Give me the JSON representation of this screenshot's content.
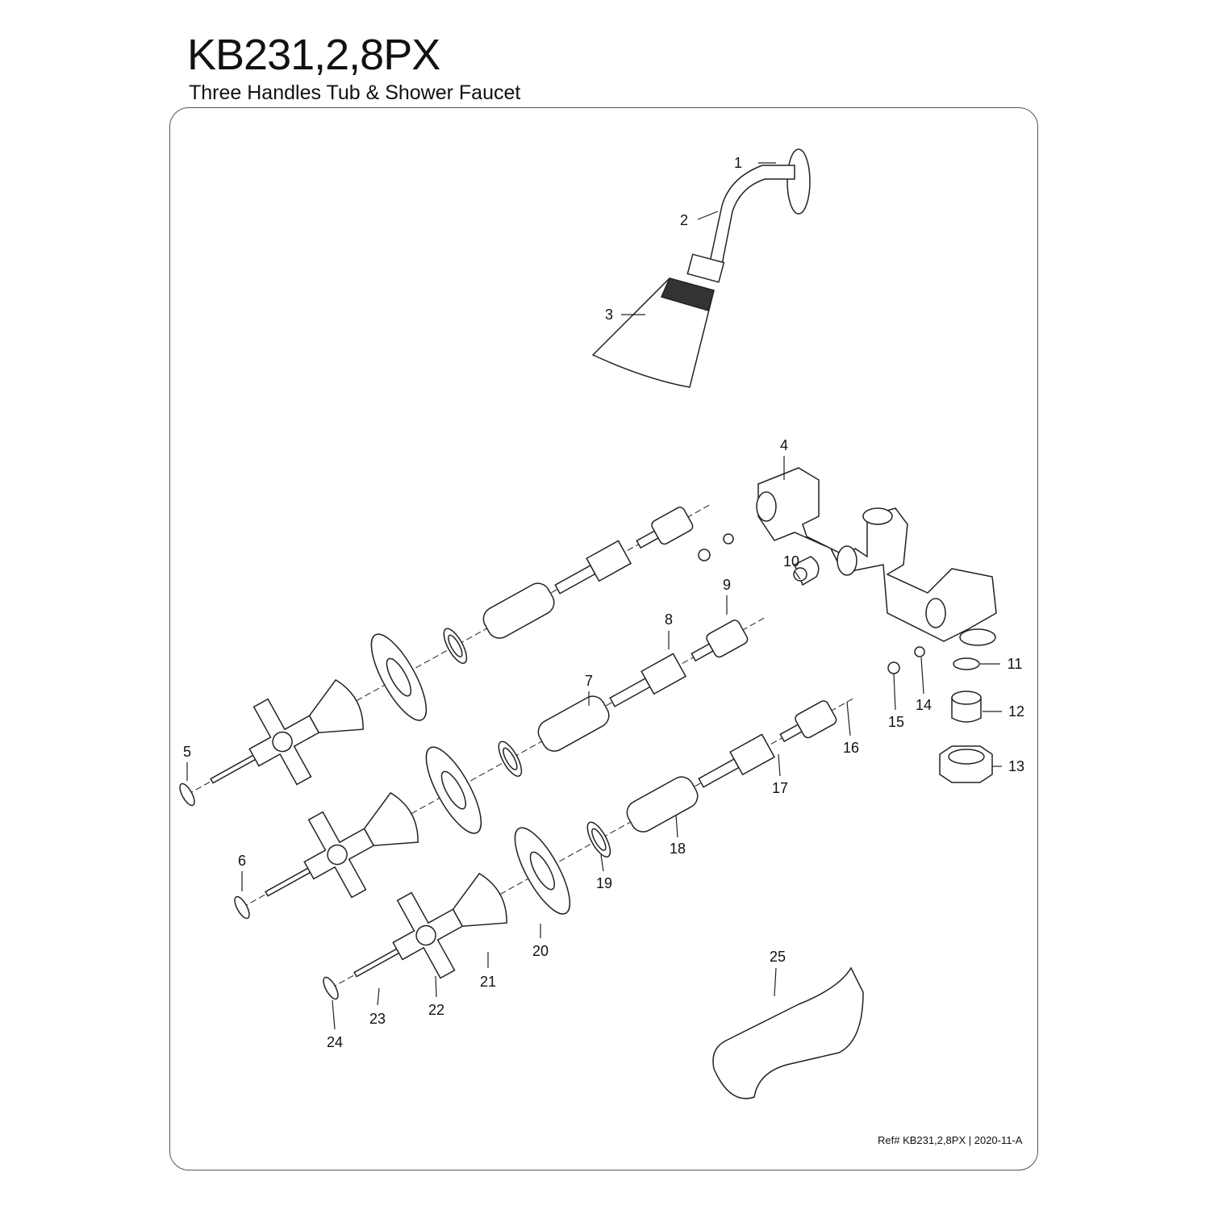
{
  "header": {
    "model": "KB231,2,8PX",
    "description": "Three Handles Tub & Shower Faucet"
  },
  "footer": {
    "reference": "Ref# KB231,2,8PX | 2020-11-A"
  },
  "callouts": [
    "1",
    "2",
    "3",
    "4",
    "5",
    "6",
    "7",
    "8",
    "9",
    "10",
    "11",
    "12",
    "13",
    "14",
    "15",
    "16",
    "17",
    "18",
    "19",
    "20",
    "21",
    "22",
    "23",
    "24",
    "25"
  ]
}
